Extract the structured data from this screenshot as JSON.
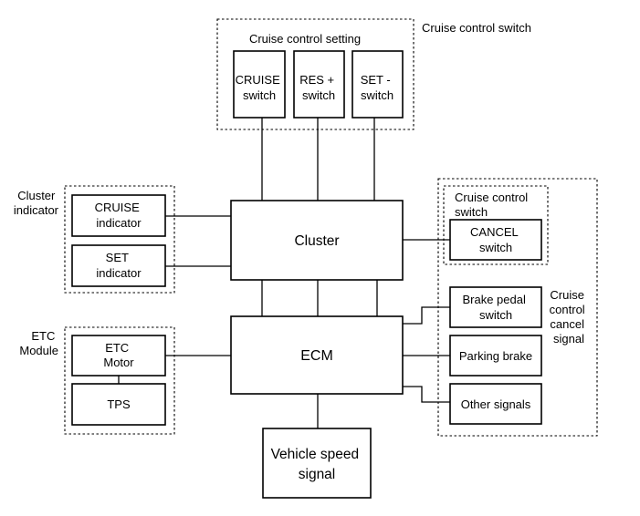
{
  "groups": {
    "cruise_control_setting": "Cruise control setting",
    "cruise_control_switch_outer": "Cruise control switch",
    "cluster_indicator": [
      "Cluster",
      "indicator"
    ],
    "etc_module": [
      "ETC",
      "Module"
    ],
    "cruise_control_switch_inner": [
      "Cruise control",
      "switch"
    ],
    "cruise_control_cancel_signal": [
      "Cruise",
      "control",
      "cancel",
      "signal"
    ]
  },
  "blocks": {
    "cruise_switch": [
      "CRUISE",
      "switch"
    ],
    "res_switch": [
      "RES +",
      "switch"
    ],
    "set_switch": [
      "SET -",
      "switch"
    ],
    "cruise_indicator": [
      "CRUISE",
      "indicator"
    ],
    "set_indicator": [
      "SET",
      "indicator"
    ],
    "cluster": "Cluster",
    "ecm": "ECM",
    "etc_motor": [
      "ETC",
      "Motor"
    ],
    "tps": "TPS",
    "cancel_switch": [
      "CANCEL",
      "switch"
    ],
    "brake_pedal_switch": [
      "Brake pedal",
      "switch"
    ],
    "parking_brake": "Parking brake",
    "other_signals": "Other signals",
    "vehicle_speed_signal": [
      "Vehicle speed",
      "signal"
    ]
  }
}
